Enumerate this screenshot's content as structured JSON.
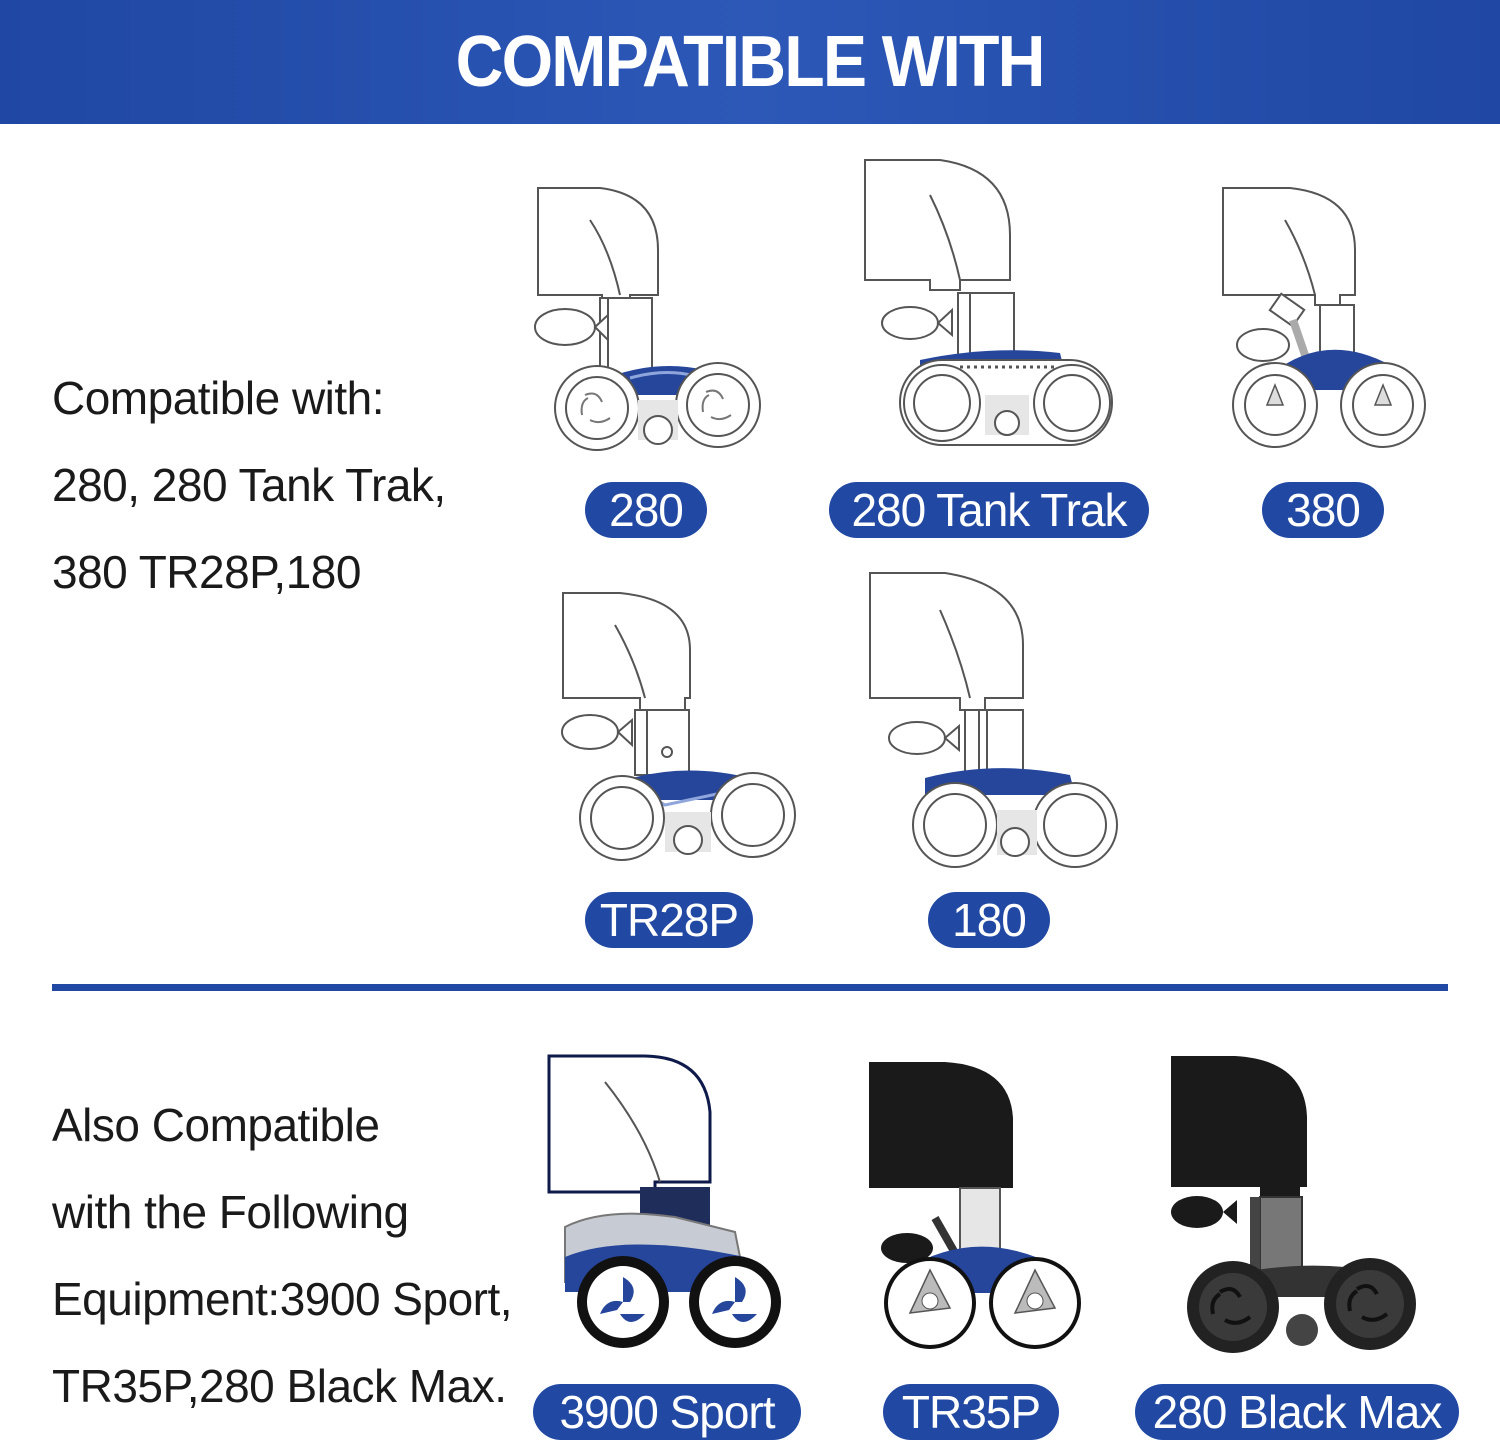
{
  "header": {
    "title": "COMPATIBLE WITH"
  },
  "section1": {
    "lines": [
      "Compatible with:",
      "280, 280 Tank Trak,",
      "380 TR28P,180"
    ],
    "models": [
      {
        "label": "280"
      },
      {
        "label": "280 Tank Trak"
      },
      {
        "label": "380"
      },
      {
        "label": "TR28P"
      },
      {
        "label": "180"
      }
    ]
  },
  "section2": {
    "lines": [
      "Also Compatible",
      "with the Following",
      "Equipment:3900 Sport,",
      "TR35P,280 Black Max."
    ],
    "models": [
      {
        "label": "3900 Sport"
      },
      {
        "label": "TR35P"
      },
      {
        "label": "280 Black Max"
      }
    ]
  },
  "colors": {
    "accent": "#2149a3",
    "body_blue": "#26469c",
    "black": "#1a1a1a"
  }
}
